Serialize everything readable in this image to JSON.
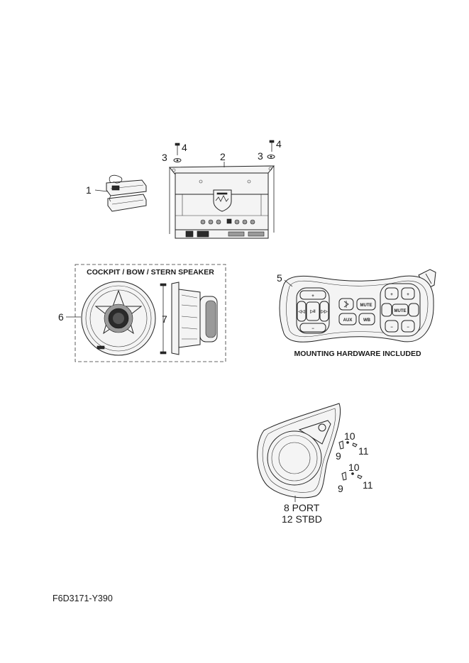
{
  "callouts": {
    "c1": "1",
    "c2": "2",
    "c3a": "3",
    "c4a": "4",
    "c3b": "3",
    "c4b": "4",
    "c5": "5",
    "c6": "6",
    "c7": "7",
    "c9a": "9",
    "c10a": "10",
    "c11a": "11",
    "c9b": "9",
    "c10b": "10",
    "c11b": "11"
  },
  "captions": {
    "speaker_box": "COCKPIT / BOW / STERN SPEAKER",
    "remote": "MOUNTING HARDWARE INCLUDED",
    "pod_port": "8 PORT",
    "pod_stbd": "12 STBD"
  },
  "remote_buttons": {
    "mute_top": "MUTE",
    "aux": "AUX",
    "wb": "WB",
    "mute_right": "MUTE",
    "plus": "+",
    "minus": "−",
    "play": "▷‖",
    "prev": "◁◁",
    "next": "▷▷"
  },
  "footer": {
    "part_code": "F6D3171-Y390"
  }
}
